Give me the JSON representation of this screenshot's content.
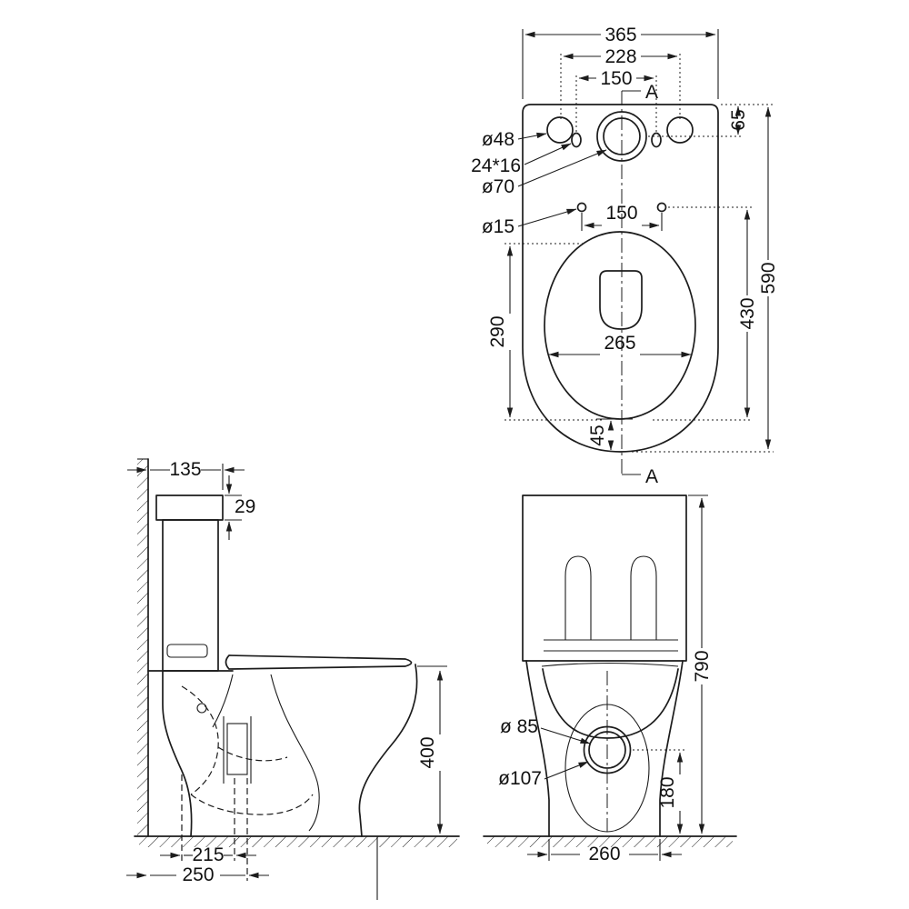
{
  "top": {
    "dim365": "365",
    "dim228": "228",
    "dim150_top": "150",
    "sectionA_top": "A",
    "sectionA_bottom": "A",
    "dia48": "ø48",
    "slot": "24*16",
    "dia70": "ø70",
    "dia15": "ø15",
    "dim150_holes": "150",
    "dim65": "65",
    "dim590": "590",
    "dim430": "430",
    "dim290": "290",
    "dim265": "265",
    "dim45": "45"
  },
  "side": {
    "dim135": "135",
    "dim29": "29",
    "dim400": "400",
    "dim215": "215",
    "dim250": "250"
  },
  "front": {
    "dia85": "ø 85",
    "dia107": "ø107",
    "dim180": "180",
    "dim260": "260",
    "dim790": "790"
  }
}
